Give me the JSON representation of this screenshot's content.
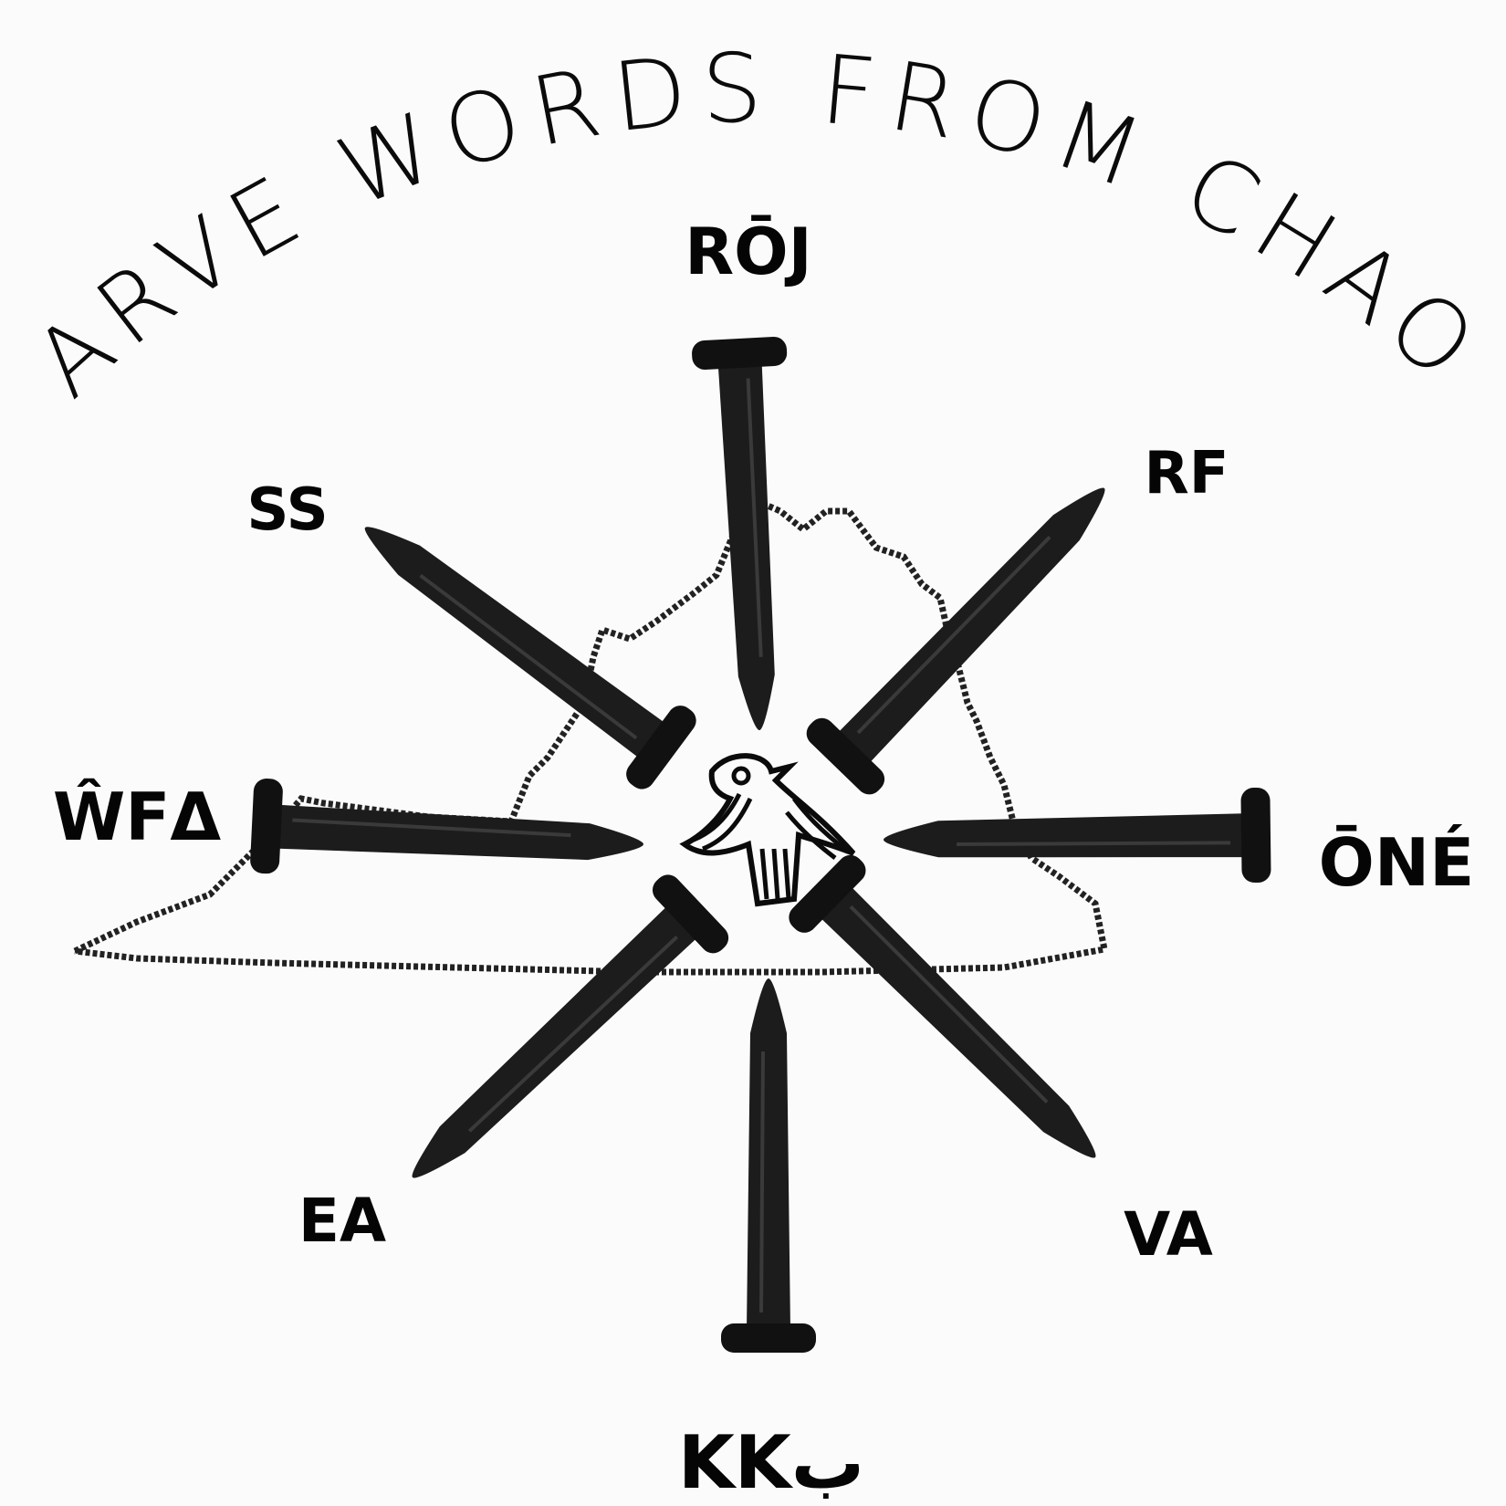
{
  "title": "CARVE WORDS FROM CHAOS",
  "labels": {
    "top": "RŌJ",
    "top_right": "RF",
    "top_left": "SS",
    "left": "ŴFΔ",
    "right": "ŌNÉ",
    "bottom_left": "EA",
    "bottom_right": "VA",
    "bottom": "KKب"
  },
  "colors": {
    "ink": "#0b0b0b",
    "nail": "#1c1c1c",
    "background": "#fbfbfb"
  },
  "icons": {
    "center": "raven-icon",
    "nails": "nail-icon",
    "outline": "state-outline"
  }
}
